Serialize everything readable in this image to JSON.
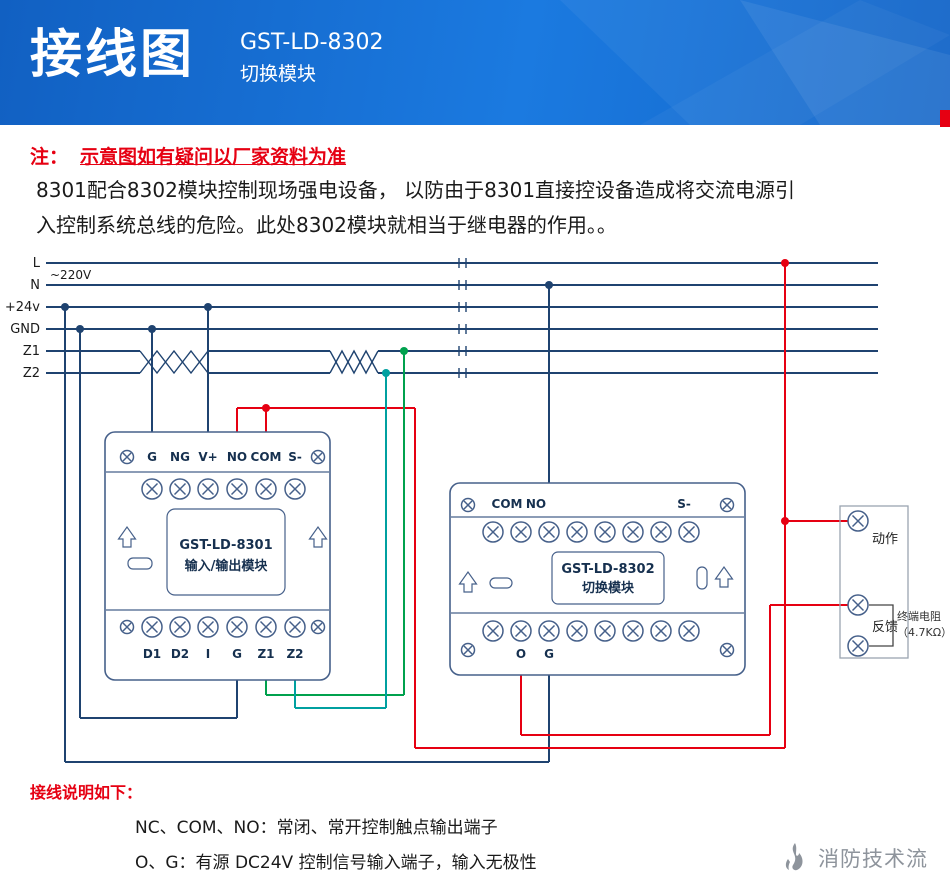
{
  "header": {
    "title": "接线图",
    "model": "GST-LD-8302",
    "module_name": "切换模块"
  },
  "note": {
    "prefix": "注：",
    "warning": "示意图如有疑问以厂家资料为准",
    "body_line1": "8301配合8302模块控制现场强电设备， 以防由于8301直接控设备造成将交流电源引",
    "body_line2": "入控制系统总线的危险。此处8302模块就相当于继电器的作用。。"
  },
  "bus": {
    "labels": [
      "L",
      "N",
      "+24v",
      "GND",
      "Z1",
      "Z2"
    ],
    "voltage_label": "~220V"
  },
  "module_8301": {
    "name": "GST-LD-8301",
    "type": "输入/输出模块",
    "top_terminals": [
      "G",
      "NG",
      "V+",
      "NO",
      "COM",
      "S-"
    ],
    "bottom_terminals": [
      "D1",
      "D2",
      "I",
      "G",
      "Z1",
      "Z2"
    ]
  },
  "module_8302": {
    "name": "GST-LD-8302",
    "type": "切换模块",
    "top_label_com": "COM",
    "top_label_no": "NO",
    "top_label_s": "S-",
    "bottom_label_o": "O",
    "bottom_label_g": "G"
  },
  "terminal_box": {
    "action_label": "动作",
    "feedback_label": "反馈",
    "resistor_line1": "终端电阻",
    "resistor_line2": "（4.7KΩ）"
  },
  "legend": {
    "heading": "接线说明如下：",
    "line1": "NC、COM、NO：常闭、常开控制触点输出端子",
    "line2": "O、G：有源 DC24V 控制信号输入端子，输入无极性"
  },
  "logo": {
    "text": "消防技术流"
  },
  "colors": {
    "header_blue": "#1b7ae0",
    "accent_red": "#e60012",
    "wire_navy": "#1f4370",
    "wire_green": "#00a14e",
    "wire_teal": "#00a0a0",
    "logo_gray": "#8e949c"
  }
}
